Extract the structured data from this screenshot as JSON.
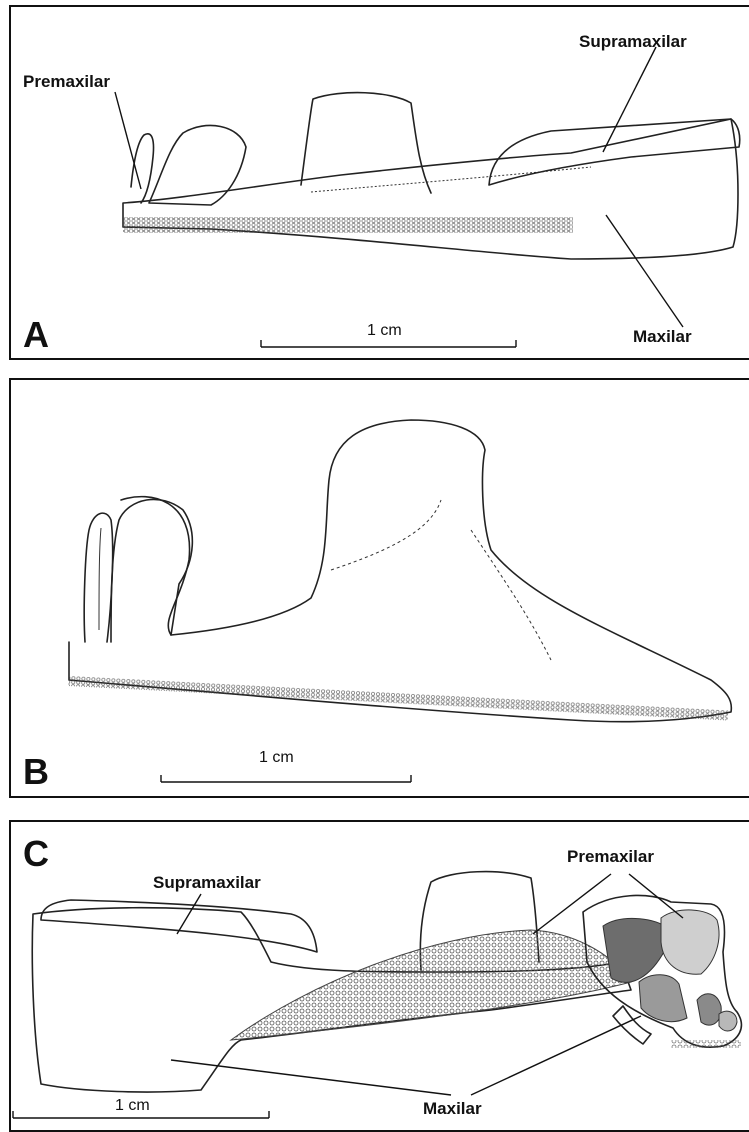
{
  "panels": [
    {
      "letter": "A",
      "labels": {
        "premaxilar": "Premaxilar",
        "supramaxilar": "Supramaxilar",
        "maxilar": "Maxilar"
      },
      "scale_bar": "1 cm"
    },
    {
      "letter": "B",
      "scale_bar": "1 cm"
    },
    {
      "letter": "C",
      "labels": {
        "supramaxilar": "Supramaxilar",
        "premaxilar": "Premaxilar",
        "maxilar": "Maxilar"
      },
      "scale_bar": "1 cm"
    }
  ]
}
